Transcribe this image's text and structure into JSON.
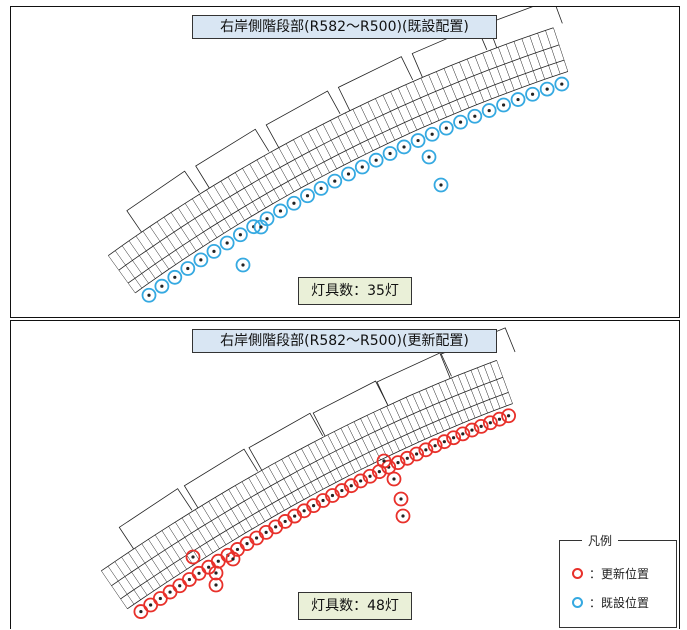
{
  "top_panel": {
    "title": "右岸側階段部(R582～R500)(既設配置)",
    "count": "灯具数：35灯"
  },
  "bottom_panel": {
    "title": "右岸側階段部(R582～R500)(更新配置)",
    "count": "灯具数：48灯"
  },
  "legend": {
    "title": "凡例",
    "items": [
      {
        "label": "：更新位置",
        "color": "#e8302a"
      },
      {
        "label": "：既設位置",
        "color": "#35a9e1"
      }
    ]
  },
  "colors": {
    "existing": "#35a9e1",
    "updated": "#e8302a",
    "title_fill": "#d9e6f3",
    "count_fill": "#eaf0d8"
  }
}
